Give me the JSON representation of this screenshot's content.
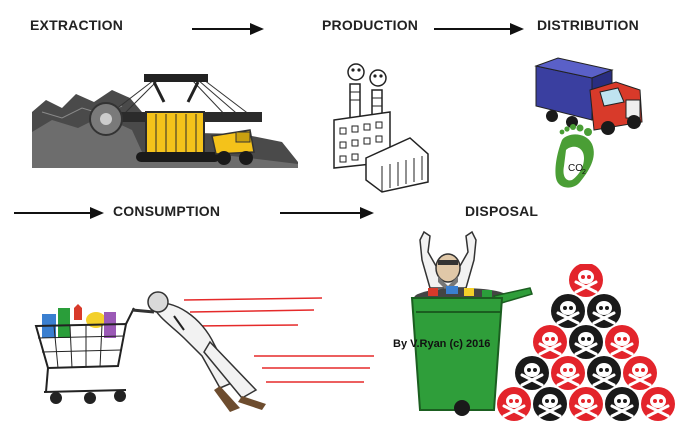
{
  "stages": {
    "extraction": "EXTRACTION",
    "production": "PRODUCTION",
    "distribution": "DISTRIBUTION",
    "consumption": "CONSUMPTION",
    "disposal": "DISPOSAL"
  },
  "footprint_label": "CO",
  "footprint_sub": "2",
  "credit": "By V.Ryan (c) 2016",
  "colors": {
    "skull_red": "#e3242b",
    "skull_black": "#1a1a1a",
    "bin_green": "#2f9e3a",
    "truck_blue": "#3a3fa0",
    "truck_red": "#d83a2a",
    "footprint_green": "#4a9e35",
    "speed_lines": "#e52a2a"
  },
  "icons": [
    "excavator-icon",
    "dump-truck-icon",
    "factory-icon",
    "lorry-icon",
    "carbon-footprint-icon",
    "shopping-trolley-icon",
    "shopper-icon",
    "wheelie-bin-icon",
    "skull-crossbones-icon"
  ]
}
